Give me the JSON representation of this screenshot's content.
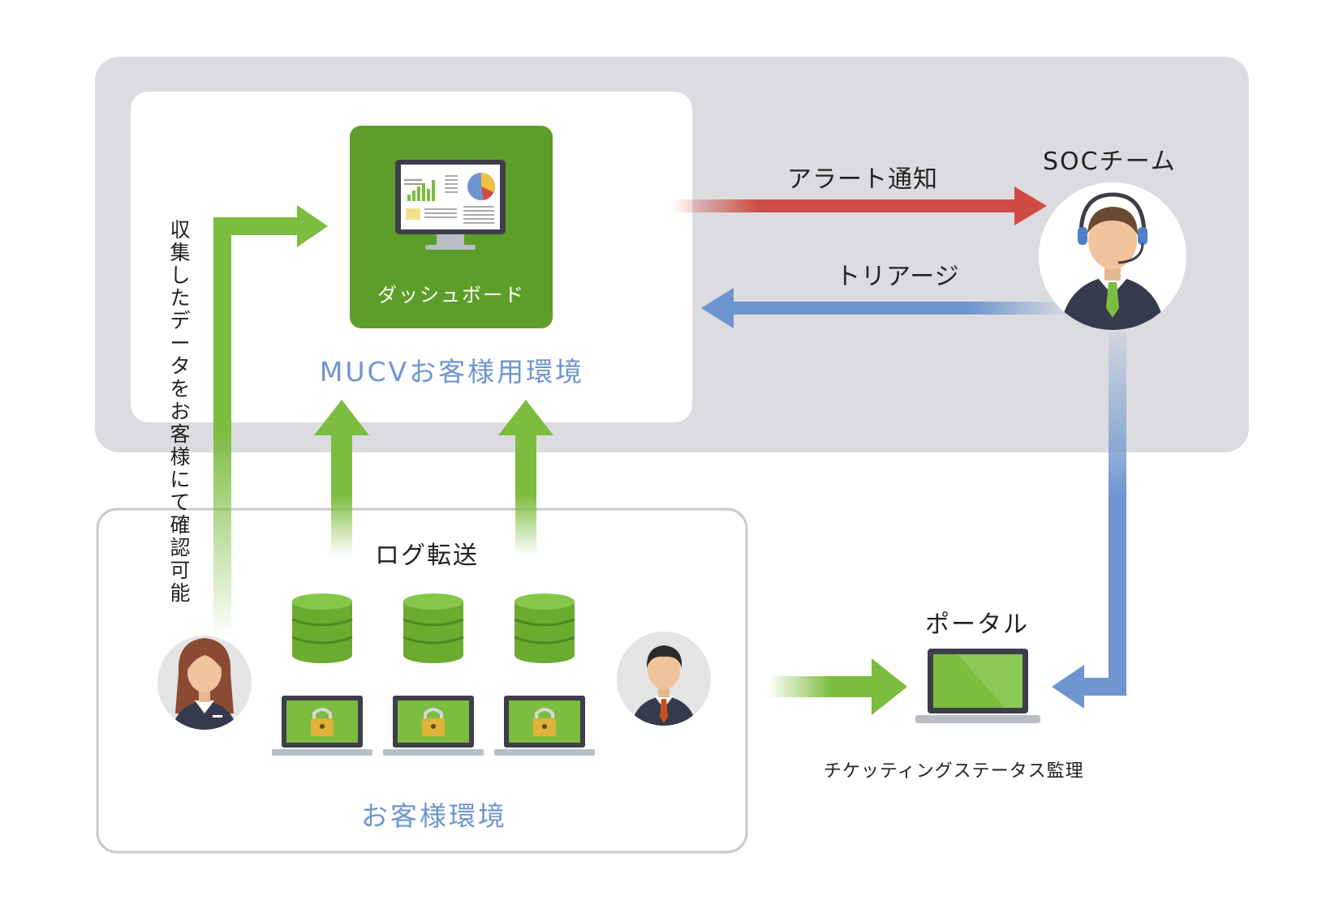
{
  "labels": {
    "alert_notification": "アラート通知",
    "soc_team": "SOCチーム",
    "triage": "トリアージ",
    "dashboard": "ダッシュボード",
    "mucv_env": "MUCVお客様用環境",
    "log_transfer": "ログ転送",
    "customer_env": "お客様環境",
    "portal": "ポータル",
    "ticketing": "チケッティングステータス監理",
    "collected_data_note": "収集したデータをお客様にて確認可能"
  },
  "colors": {
    "gray_panel": "#dcdce0",
    "dashboard_green": "#5c9e29",
    "arrow_green": "#7cbc3f",
    "arrow_red": "#cf4c45",
    "arrow_blue": "#6e95cf",
    "label_blue": "#6e95cf"
  },
  "icons": [
    "dashboard-monitor-icon",
    "soc-operator-icon",
    "female-user-icon",
    "male-user-icon",
    "database-icon",
    "locked-laptop-icon",
    "portal-laptop-icon"
  ]
}
